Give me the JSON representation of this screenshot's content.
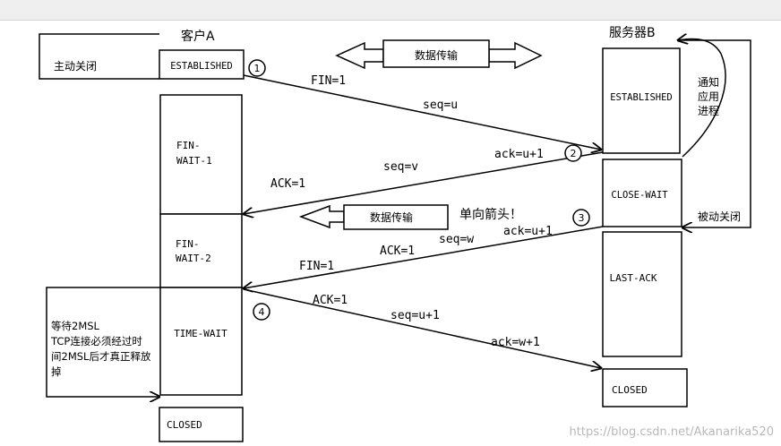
{
  "client": {
    "title": "客户A",
    "note": "主动关闭",
    "states": {
      "established": "ESTABLISHED",
      "fin_wait_1": [
        "FIN-",
        "WAIT-1"
      ],
      "fin_wait_2": [
        "FIN-",
        "WAIT-2"
      ],
      "time_wait": "TIME-WAIT",
      "closed": "CLOSED"
    },
    "wait_note": [
      "等待2MSL",
      "TCP连接必须经过时",
      "间2MSL后才真正释放",
      "掉"
    ]
  },
  "server": {
    "title": "服务器B",
    "notify_note": [
      "通知",
      "应用",
      "进程"
    ],
    "passive_note": "被动关闭",
    "states": {
      "established": "ESTABLISHED",
      "close_wait": "CLOSE-WAIT",
      "last_ack": "LAST-ACK",
      "closed": "CLOSED"
    }
  },
  "data_transfer_label": "数据传输",
  "one_way_label": "数据传输",
  "one_way_note": "单向箭头！",
  "steps": [
    "1",
    "2",
    "3",
    "4"
  ],
  "segments": {
    "s1": {
      "flag": "FIN=1",
      "seq": "seq=u"
    },
    "s2": {
      "flag": "ACK=1",
      "seq": "seq=v",
      "ack": "ack=u+1"
    },
    "s3": {
      "flag1": "FIN=1",
      "flag2": "ACK=1",
      "seq": "seq=w",
      "ack": "ack=u+1"
    },
    "s4": {
      "flag": "ACK=1",
      "seq": "seq=u+1",
      "ack": "ack=w+1"
    }
  },
  "watermark": "https://blog.csdn.net/Akanarika520"
}
